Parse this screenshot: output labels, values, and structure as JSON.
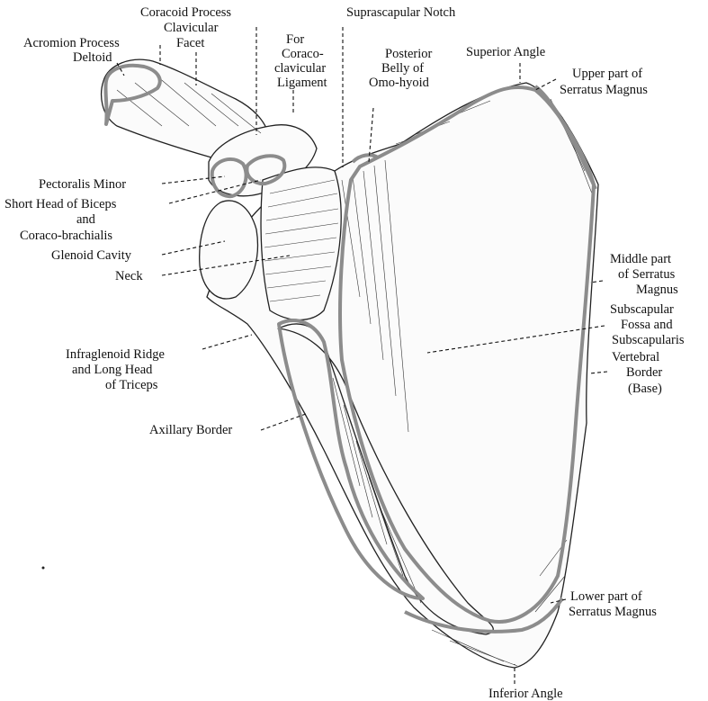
{
  "labels": {
    "coracoid_process": "Coracoid Process",
    "clavicular": "Clavicular",
    "facet": "Facet",
    "acromion_process": "Acromion Process",
    "deltoid": "Deltoid",
    "for": "For",
    "coraco": "Coraco-",
    "clavicular_2": "clavicular",
    "ligament": "Ligament",
    "suprascapular_notch": "Suprascapular Notch",
    "posterior": "Posterior",
    "belly_of": "Belly of",
    "omo_hyoid": "Omo-hyoid",
    "superior_angle": "Superior Angle",
    "upper_part_of": "Upper part of",
    "serratus_magnus_upper": "Serratus Magnus",
    "pectoralis_minor": "Pectoralis Minor",
    "short_head_of_biceps": "Short Head of Biceps",
    "and": "and",
    "coraco_brachialis": "Coraco-brachialis",
    "glenoid_cavity": "Glenoid Cavity",
    "neck": "Neck",
    "middle_part": "Middle part",
    "of_serratus": "of Serratus",
    "magnus": "Magnus",
    "subscapular": "Subscapular",
    "fossa_and": "Fossa and",
    "subscapularis": "Subscapularis",
    "vertebral": "Vertebral",
    "border": "Border",
    "base": "(Base)",
    "infraglenoid_ridge": "Infraglenoid Ridge",
    "and_long_head": "and Long Head",
    "of_triceps": "of Triceps",
    "axillary_border": "Axillary Border",
    "lower_part_of": "Lower part of",
    "serratus_magnus_lower": "Serratus Magnus",
    "inferior_angle": "Inferior Angle"
  },
  "colors": {
    "muscle_attachment_outline": "#8c8c8c",
    "ink": "#111111",
    "background": "#ffffff"
  }
}
